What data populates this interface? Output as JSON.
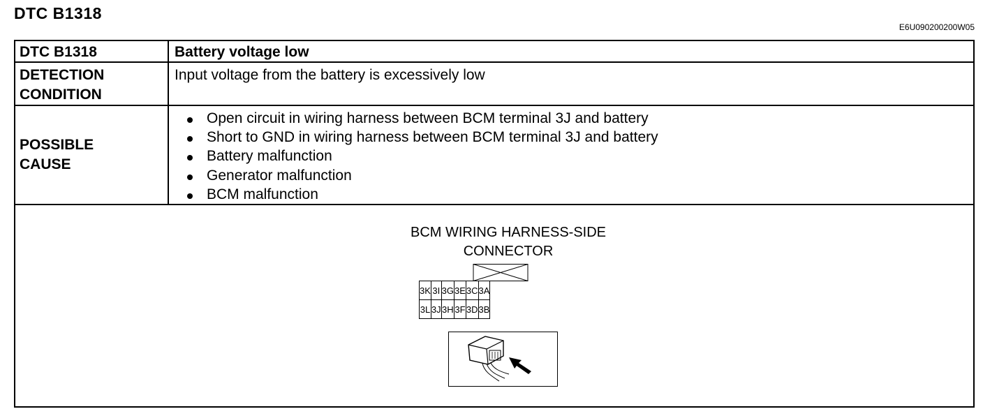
{
  "header": {
    "title": "DTC B1318",
    "reference_code": "E6U090200200W05"
  },
  "table": {
    "row_dtc": {
      "label": "DTC B1318",
      "value": "Battery voltage low"
    },
    "row_detection": {
      "label_line1": "DETECTION",
      "label_line2": "CONDITION",
      "value": "Input voltage from the battery is excessively low"
    },
    "row_cause": {
      "label_line1": "POSSIBLE",
      "label_line2": "CAUSE",
      "items": [
        "Open circuit in wiring harness between BCM terminal 3J and battery",
        "Short to GND in wiring harness between BCM terminal 3J and battery",
        "Battery malfunction",
        "Generator malfunction",
        "BCM malfunction"
      ]
    }
  },
  "figure": {
    "label_line1": "BCM WIRING HARNESS-SIDE",
    "label_line2": "CONNECTOR",
    "top_row": [
      "3K",
      "3I",
      "3G",
      "3E",
      "3C",
      "3A"
    ],
    "bottom_row": [
      "3L",
      "3J",
      "3H",
      "3F",
      "3D",
      "3B"
    ]
  }
}
